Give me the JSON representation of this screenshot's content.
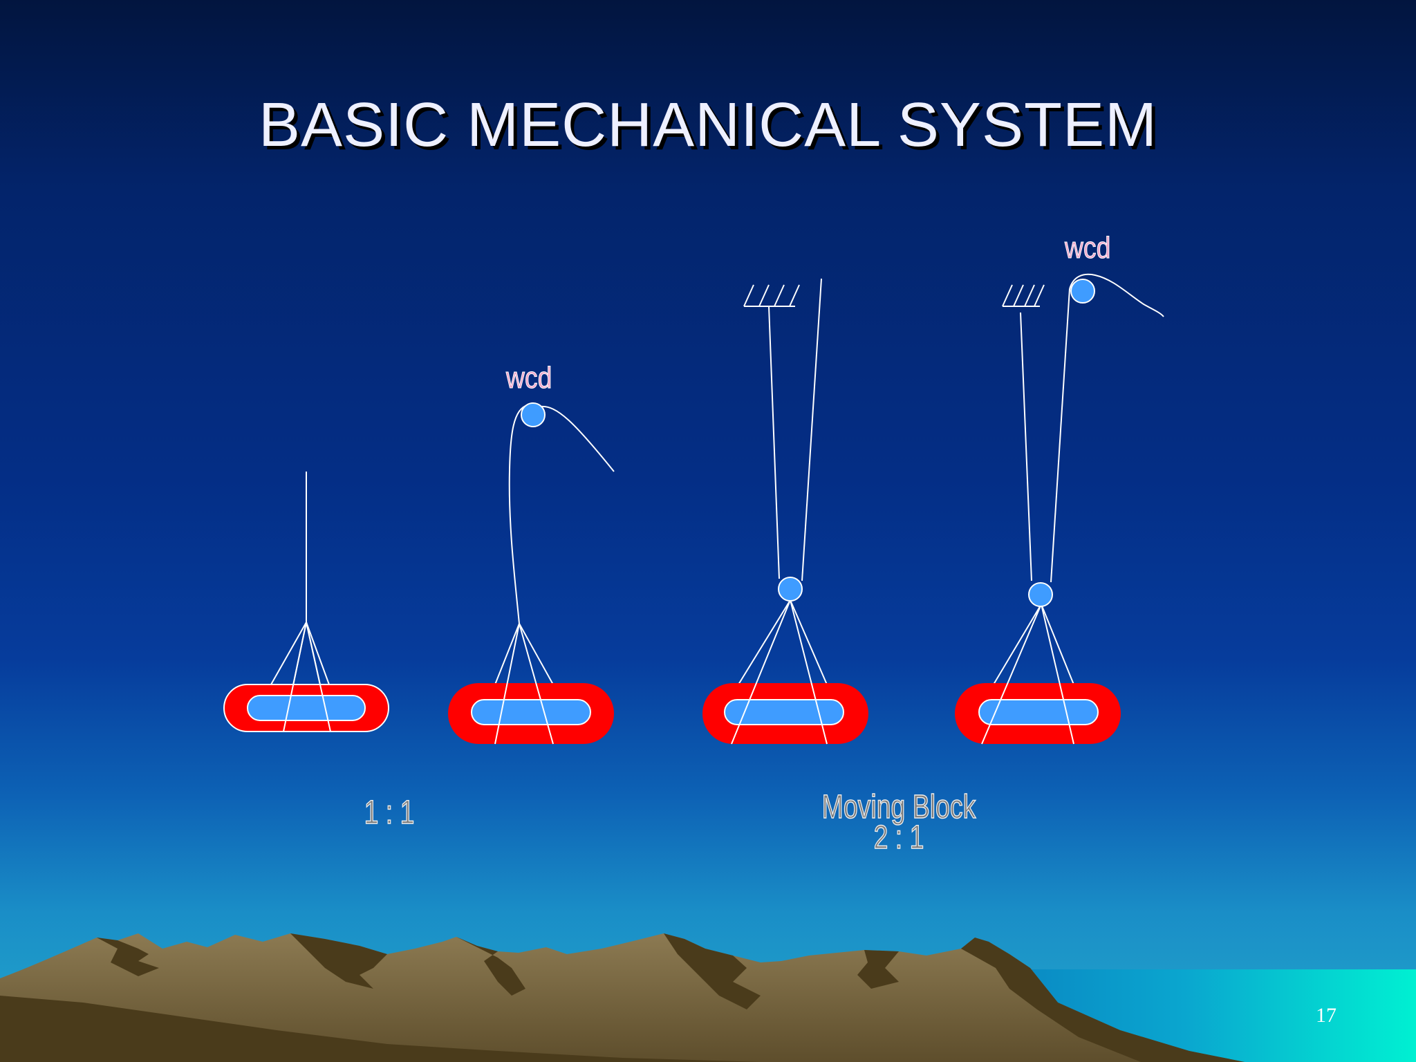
{
  "slide": {
    "title": "BASIC MECHANICAL SYSTEM",
    "labels": {
      "ratio_1_1": "1 : 1",
      "moving_block": "Moving Block",
      "ratio_2_1": "2 : 1",
      "wcd_2": "wcd",
      "wcd_4": "wcd"
    },
    "slide_number": "17"
  },
  "colors": {
    "background_top": "#02153f",
    "background_bottom": "#23a9cc",
    "load_outer": "#ff0000",
    "load_inner": "#3f9cff",
    "sheave": "#3f9cff",
    "rope": "#ffffff",
    "title_text": "#eef0ff",
    "wcd_text": "#f0a8cc",
    "mountains": "#7b6a44",
    "sea": "#00e8d0"
  }
}
